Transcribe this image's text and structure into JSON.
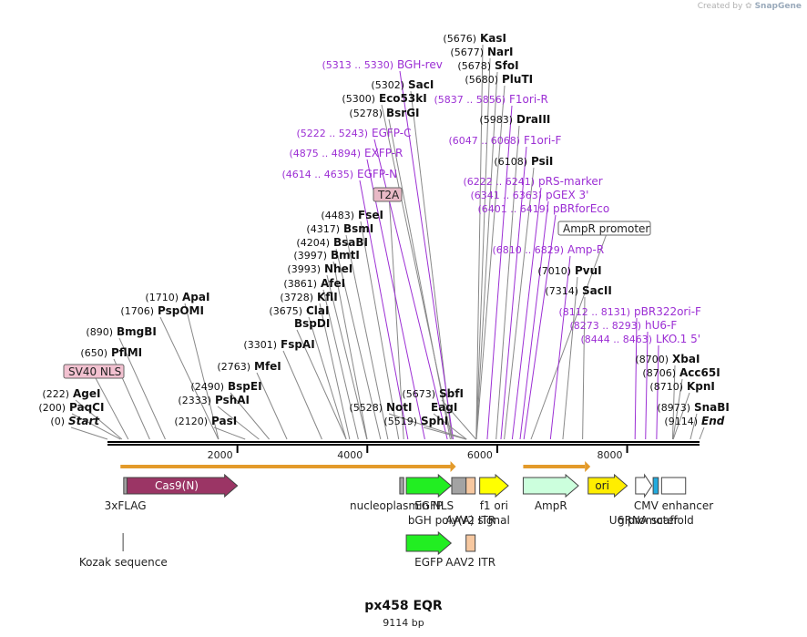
{
  "credit": {
    "prefix": "Created by",
    "icon": "snapgene-logo-icon",
    "brand": "SnapGene"
  },
  "plasmid": {
    "name": "px458 EQR",
    "size": "9114 bp",
    "length": 9114
  },
  "colors": {
    "enzyme": "#111111",
    "primer": "#9c2fd4",
    "line_enzyme": "#888888",
    "line_primer": "#9c2fd4",
    "cas9": "#9b3565",
    "egfp": "#22ee22",
    "f1ori": "#ffff00",
    "ampr": "#ccffdd",
    "ori": "#ffee00",
    "aav2": "#f7c8a0",
    "bgh": "#a3a3a3",
    "t2a_bg": "#e8b9c6",
    "sv40_bg": "#f2c1d0",
    "ampr_region": "#e39a2a",
    "scaffold": "#22aadd"
  },
  "ruler": {
    "ticks": [
      "2000",
      "4000",
      "6000",
      "8000"
    ]
  },
  "labels": [
    {
      "kind": "enzyme",
      "num": "(0)",
      "name": "Start",
      "italic": true,
      "pos": 0
    },
    {
      "kind": "enzyme",
      "num": "(200)",
      "name": "PaqCI",
      "pos": 200
    },
    {
      "kind": "enzyme",
      "num": "(222)",
      "name": "AgeI",
      "pos": 222
    },
    {
      "kind": "feature",
      "name": "SV40 NLS",
      "pos": 320
    },
    {
      "kind": "enzyme",
      "num": "(650)",
      "name": "PflMI",
      "pos": 650
    },
    {
      "kind": "enzyme",
      "num": "(890)",
      "name": "BmgBI",
      "pos": 890
    },
    {
      "kind": "enzyme",
      "num": "(1706)",
      "name": "PspOMI",
      "pos": 1706
    },
    {
      "kind": "enzyme",
      "num": "(1710)",
      "name": "ApaI",
      "pos": 1710
    },
    {
      "kind": "enzyme",
      "num": "(2120)",
      "name": "PasI",
      "pos": 2120
    },
    {
      "kind": "enzyme",
      "num": "(2333)",
      "name": "PshAI",
      "pos": 2333
    },
    {
      "kind": "enzyme",
      "num": "(2490)",
      "name": "BspEI",
      "pos": 2490
    },
    {
      "kind": "enzyme",
      "num": "(2763)",
      "name": "MfeI",
      "pos": 2763
    },
    {
      "kind": "enzyme",
      "num": "(3301)",
      "name": "FspAI",
      "pos": 3301
    },
    {
      "kind": "enzyme",
      "num": "",
      "name": "BspDI",
      "pos": 3675
    },
    {
      "kind": "enzyme",
      "num": "(3675)",
      "name": "ClaI",
      "pos": 3675
    },
    {
      "kind": "enzyme",
      "num": "(3728)",
      "name": "KflI",
      "pos": 3728
    },
    {
      "kind": "enzyme",
      "num": "(3861)",
      "name": "AfeI",
      "pos": 3861
    },
    {
      "kind": "enzyme",
      "num": "(3993)",
      "name": "NheI",
      "pos": 3993
    },
    {
      "kind": "enzyme",
      "num": "(3997)",
      "name": "BmtI",
      "pos": 3997
    },
    {
      "kind": "enzyme",
      "num": "(4204)",
      "name": "BsaBI",
      "pos": 4204
    },
    {
      "kind": "enzyme",
      "num": "(4317)",
      "name": "BsmI",
      "pos": 4317
    },
    {
      "kind": "enzyme",
      "num": "(4483)",
      "name": "FseI",
      "pos": 4483
    },
    {
      "kind": "feature",
      "name": "T2A",
      "pos": 4560
    },
    {
      "kind": "primer",
      "num": "(4614 .. 4635)",
      "name": "EGFP-N",
      "pos": 4625
    },
    {
      "kind": "primer",
      "num": "(4875 .. 4894)",
      "name": "EXFP-R",
      "pos": 4885
    },
    {
      "kind": "primer",
      "num": "(5222 .. 5243)",
      "name": "EGFP-C",
      "pos": 5232
    },
    {
      "kind": "enzyme",
      "num": "(5278)",
      "name": "BsrGI",
      "pos": 5278
    },
    {
      "kind": "enzyme",
      "num": "(5300)",
      "name": "Eco53kI",
      "pos": 5300
    },
    {
      "kind": "enzyme",
      "num": "(5302)",
      "name": "SacI",
      "pos": 5302
    },
    {
      "kind": "primer",
      "num": "(5313 .. 5330)",
      "name": "BGH-rev",
      "pos": 5321
    },
    {
      "kind": "enzyme",
      "num": "(5528)",
      "name": "NotI",
      "pos": 5528
    },
    {
      "kind": "enzyme",
      "num": "(5519)",
      "name": "SphI",
      "pos": 5519
    },
    {
      "kind": "enzyme",
      "num": "",
      "name": "EagI",
      "pos": 5528
    },
    {
      "kind": "enzyme",
      "num": "(5673)",
      "name": "SbfI",
      "pos": 5673
    },
    {
      "kind": "enzyme",
      "num": "(5676)",
      "name": "KasI",
      "pos": 5676
    },
    {
      "kind": "enzyme",
      "num": "(5677)",
      "name": "NarI",
      "pos": 5677
    },
    {
      "kind": "enzyme",
      "num": "(5678)",
      "name": "SfoI",
      "pos": 5678
    },
    {
      "kind": "enzyme",
      "num": "(5680)",
      "name": "PluTI",
      "pos": 5680
    },
    {
      "kind": "primer",
      "num": "(5837 .. 5856)",
      "name": "F1ori-R",
      "pos": 5846
    },
    {
      "kind": "enzyme",
      "num": "(5983)",
      "name": "DraIII",
      "pos": 5983
    },
    {
      "kind": "primer",
      "num": "(6047 .. 6068)",
      "name": "F1ori-F",
      "pos": 6057
    },
    {
      "kind": "enzyme",
      "num": "(6108)",
      "name": "PsiI",
      "pos": 6108
    },
    {
      "kind": "primer",
      "num": "(6222 .. 6241)",
      "name": "pRS-marker",
      "pos": 6231
    },
    {
      "kind": "primer",
      "num": "(6341 .. 6363)",
      "name": "pGEX 3'",
      "pos": 6352
    },
    {
      "kind": "primer",
      "num": "(6401 .. 6419)",
      "name": "pBRforEco",
      "pos": 6410
    },
    {
      "kind": "feature",
      "name": "AmpR promoter",
      "pos": 6520
    },
    {
      "kind": "primer",
      "num": "(6810 .. 6829)",
      "name": "Amp-R",
      "pos": 6819
    },
    {
      "kind": "enzyme",
      "num": "(7010)",
      "name": "PvuI",
      "pos": 7010
    },
    {
      "kind": "enzyme",
      "num": "(7314)",
      "name": "SacII",
      "pos": 7314
    },
    {
      "kind": "primer",
      "num": "(8112 .. 8131)",
      "name": "pBR322ori-F",
      "pos": 8121
    },
    {
      "kind": "primer",
      "num": "(8273 .. 8293)",
      "name": "hU6-F",
      "pos": 8283
    },
    {
      "kind": "primer",
      "num": "(8444 .. 8463)",
      "name": "LKO.1 5'",
      "pos": 8453
    },
    {
      "kind": "enzyme",
      "num": "(8700)",
      "name": "XbaI",
      "pos": 8700
    },
    {
      "kind": "enzyme",
      "num": "(8706)",
      "name": "Acc65I",
      "pos": 8706
    },
    {
      "kind": "enzyme",
      "num": "(8710)",
      "name": "KpnI",
      "pos": 8710
    },
    {
      "kind": "enzyme",
      "num": "(8973)",
      "name": "SnaBI",
      "pos": 8973
    },
    {
      "kind": "enzyme",
      "num": "(9114)",
      "name": "End",
      "italic": true,
      "pos": 9114
    }
  ],
  "regions": [
    {
      "name": "ampr-region-1",
      "start": 200,
      "end": 5280
    },
    {
      "name": "ampr-region-2",
      "start": 6400,
      "end": 7350
    }
  ],
  "features": [
    {
      "label": "3xFLAG",
      "kind": "box",
      "start": 250,
      "end": 300,
      "color": "#a3a3a3",
      "row": 1
    },
    {
      "label": "Cas9(N)",
      "kind": "arrow",
      "start": 300,
      "end": 2000,
      "color": "#9b3565",
      "text_inside": true,
      "row": 1
    },
    {
      "label": "Kozak sequence",
      "kind": "tick",
      "start": 240,
      "end": 245,
      "row": 3
    },
    {
      "label": "nucleoplasmin NLS",
      "kind": "box",
      "start": 4500,
      "end": 4560,
      "color": "#a3a3a3",
      "row": 1
    },
    {
      "label": "EGFP",
      "kind": "arrow",
      "start": 4600,
      "end": 5290,
      "color": "#22ee22",
      "row": 1
    },
    {
      "label": "bGH poly(A) signal",
      "kind": "box",
      "start": 5300,
      "end": 5520,
      "color": "#a3a3a3",
      "row": 2
    },
    {
      "label": "AAV2 ITR",
      "kind": "box",
      "start": 5520,
      "end": 5660,
      "color": "#f7c8a0",
      "row": 2
    },
    {
      "label": "f1 ori",
      "kind": "arrow",
      "start": 5730,
      "end": 6170,
      "color": "#ffff00",
      "row": 1
    },
    {
      "label": "AmpR",
      "kind": "arrow",
      "start": 6400,
      "end": 7250,
      "color": "#ccffdd",
      "row": 1
    },
    {
      "label": "ori",
      "kind": "arrow",
      "start": 7400,
      "end": 8000,
      "color": "#ffee00",
      "text_inside": true,
      "row": 1
    },
    {
      "label": "U6 promoter",
      "kind": "arrow",
      "start": 8130,
      "end": 8380,
      "color": "#ffffff",
      "row": 2
    },
    {
      "label": "gRNA scaffold",
      "kind": "box",
      "start": 8400,
      "end": 8480,
      "color": "#22aadd",
      "row": 2
    },
    {
      "label": "CMV enhancer",
      "kind": "box",
      "start": 8530,
      "end": 8900,
      "color": "#ffffff",
      "row": 1
    },
    {
      "label": "EGFP",
      "kind": "arrow",
      "start": 4600,
      "end": 5290,
      "color": "#22ee22",
      "row": 3
    },
    {
      "label": "AAV2 ITR",
      "kind": "box",
      "start": 5520,
      "end": 5660,
      "color": "#f7c8a0",
      "row": 3
    }
  ]
}
